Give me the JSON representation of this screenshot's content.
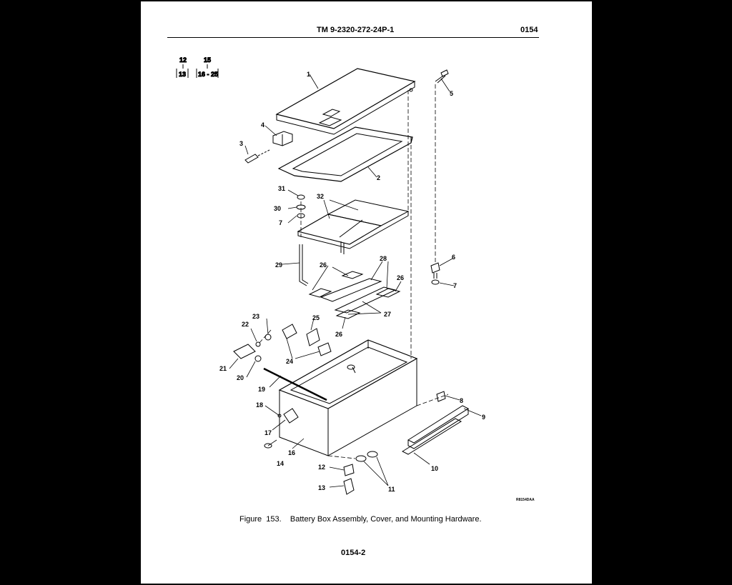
{
  "header": {
    "doc_number": "TM 9-2320-272-24P-1",
    "work_package": "0154"
  },
  "key_legend": [
    {
      "top": "12",
      "bottom": "13"
    },
    {
      "top": "15",
      "bottom": "16 - 25"
    }
  ],
  "callouts": [
    "1",
    "2",
    "3",
    "4",
    "5",
    "6",
    "7",
    "7",
    "8",
    "9",
    "10",
    "11",
    "12",
    "13",
    "14",
    "16",
    "17",
    "18",
    "19",
    "20",
    "21",
    "22",
    "23",
    "24",
    "25",
    "26",
    "26",
    "26",
    "27",
    "28",
    "29",
    "30",
    "31",
    "32"
  ],
  "figure_ref": "R8154DAA",
  "caption": "Figure  153.    Battery Box Assembly, Cover, and Mounting Hardware.",
  "page_number": "0154-2"
}
